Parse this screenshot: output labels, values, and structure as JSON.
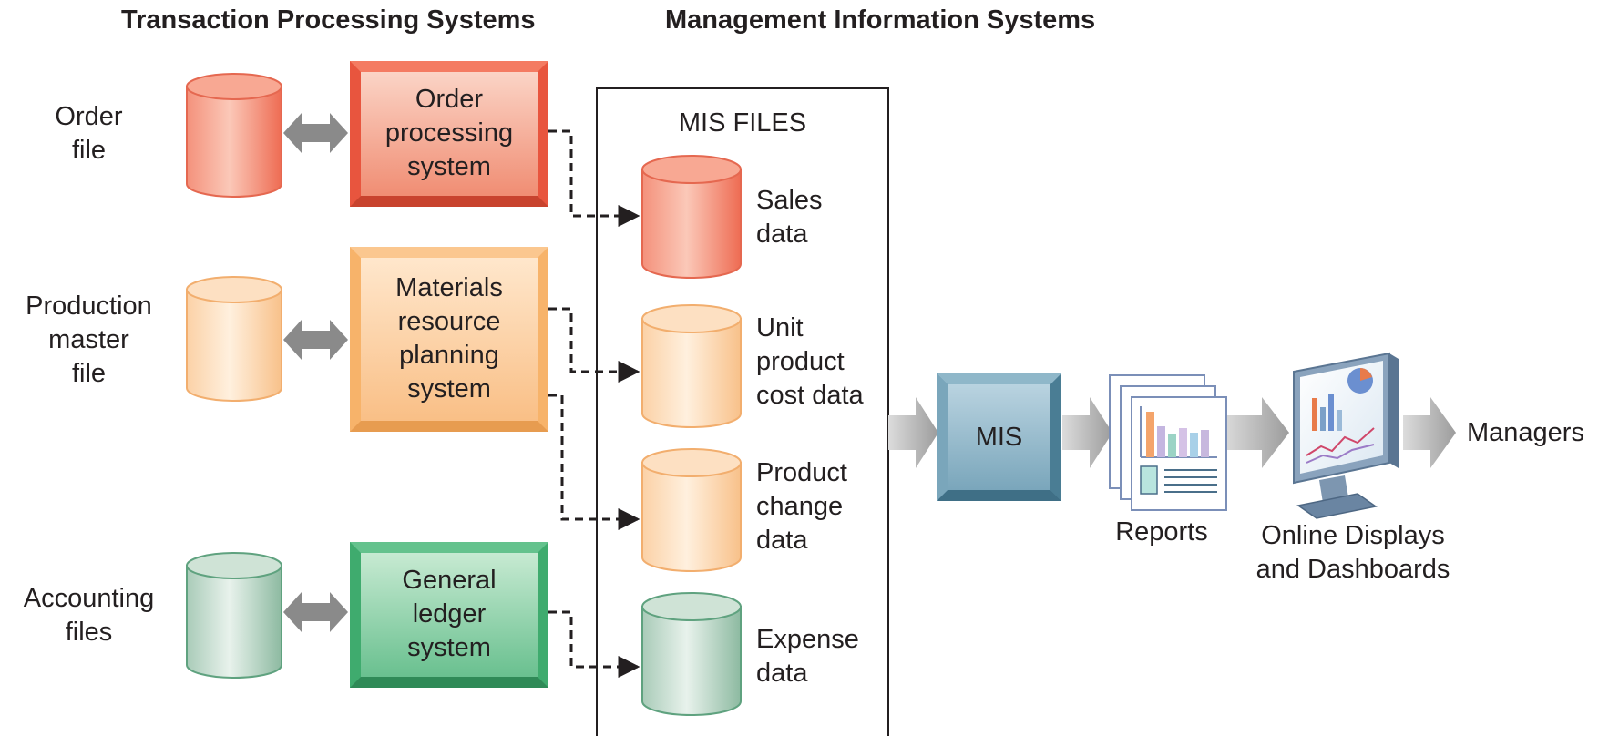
{
  "headings": {
    "tps": "Transaction Processing Systems",
    "mis": "Management Information Systems"
  },
  "tps_rows": [
    {
      "file_label": [
        "Order",
        "file"
      ],
      "system_label": [
        "Order",
        "processing",
        "system"
      ],
      "color": "#e8553e"
    },
    {
      "file_label": [
        "Production",
        "master",
        "file"
      ],
      "system_label": [
        "Materials",
        "resource",
        "planning",
        "system"
      ],
      "color": "#f7b36a"
    },
    {
      "file_label": [
        "Accounting",
        "files"
      ],
      "system_label": [
        "General",
        "ledger",
        "system"
      ],
      "color": "#3fab6e"
    }
  ],
  "mis_files": {
    "title": "MIS FILES",
    "items": [
      {
        "label": [
          "Sales",
          "data"
        ],
        "color": "#e8553e"
      },
      {
        "label": [
          "Unit",
          "product",
          "cost data"
        ],
        "color": "#f7b36a"
      },
      {
        "label": [
          "Product",
          "change",
          "data"
        ],
        "color": "#f7b36a"
      },
      {
        "label": [
          "Expense",
          "data"
        ],
        "color": "#3fab6e"
      }
    ]
  },
  "pipeline": {
    "mis_label": "MIS",
    "reports_label": "Reports",
    "displays_label": [
      "Online Displays",
      "and Dashboards"
    ],
    "managers_label": "Managers"
  },
  "colors": {
    "red": "#e8553e",
    "orange": "#f7b36a",
    "green": "#3fab6e",
    "mis_blue": "#5b8fa6",
    "arrow_gray": "#a5a5a5",
    "double_arrow_gray": "#8a8a8a"
  }
}
